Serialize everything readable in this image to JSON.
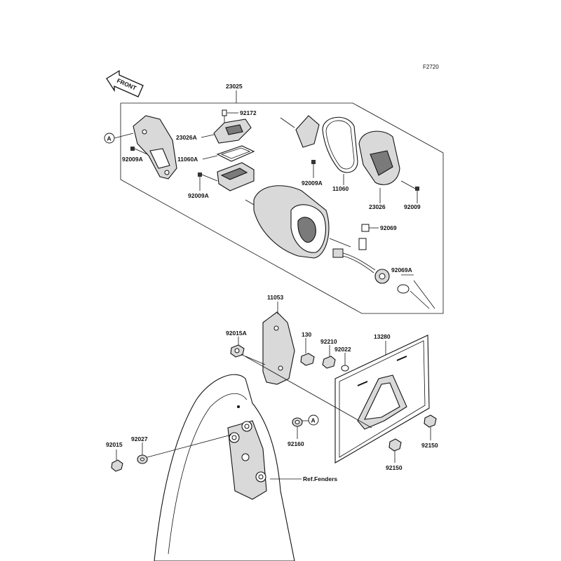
{
  "figure_id": "F2720",
  "front_arrow": "FRONT",
  "callout_a": "A",
  "labels": {
    "p23025": "23025",
    "p92172": "92172",
    "p23026a": "23026A",
    "p11060a": "11060A",
    "p92009a_1": "92009A",
    "p92009a_2": "92009A",
    "p92009a_3": "92009A",
    "p11060": "11060",
    "p23026": "23026",
    "p92009": "92009",
    "p92069": "92069",
    "p92069a": "92069A",
    "p11053": "11053",
    "p92015a": "92015A",
    "p130": "130",
    "p92210": "92210",
    "p92022": "92022",
    "p13280": "13280",
    "p92150_1": "92150",
    "p92150_2": "92150",
    "p92015": "92015",
    "p92027": "92027",
    "p92160": "92160",
    "ref_fenders": "Ref.Fenders"
  }
}
